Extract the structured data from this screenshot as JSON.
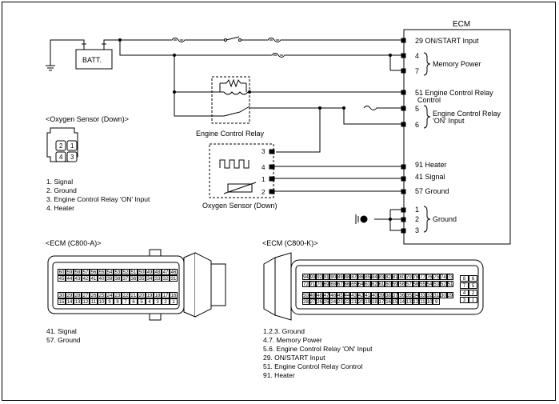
{
  "ecm": {
    "title": "ECM",
    "pins": [
      {
        "num": "29",
        "label": "ON/START Input"
      },
      {
        "num": "4",
        "label": ""
      },
      {
        "num": "7",
        "label": ""
      },
      {
        "num": "51",
        "label": "Engine Control Relay"
      },
      {
        "num": "5",
        "label": ""
      },
      {
        "num": "6",
        "label": ""
      },
      {
        "num": "91",
        "label": "Heater"
      },
      {
        "num": "41",
        "label": "Signal"
      },
      {
        "num": "57",
        "label": "Ground"
      },
      {
        "num": "1",
        "label": ""
      },
      {
        "num": "2",
        "label": ""
      },
      {
        "num": "3",
        "label": ""
      }
    ],
    "memory_power": "Memory Power",
    "relay_control_line2": "Control",
    "relay_on_line1": "Engine Control Relay",
    "relay_on_line2": "'ON' Input",
    "ground_group": "Ground"
  },
  "battery_label": "BATT.",
  "relay_label": "Engine Control Relay",
  "o2_sensor_label": "Oxygen Sensor (Down)",
  "o2_sensor_pins": [
    "3",
    "4",
    "1",
    "2"
  ],
  "connector_sensor": {
    "title": "<Oxygen Sensor (Down)>",
    "pins": [
      "2",
      "1",
      "4",
      "3"
    ],
    "legend": [
      "1. Signal",
      "2. Ground",
      "3. Engine Control Relay 'ON' Input",
      "4. Heater"
    ]
  },
  "connector_a": {
    "title": "<ECM (C800-A)>",
    "row1": [
      "60",
      "59",
      "58",
      "57",
      "56",
      "55",
      "54",
      "53",
      "52",
      "51",
      "50",
      "49",
      "48",
      "47",
      "46"
    ],
    "row2": [
      "45",
      "44",
      "43",
      "42",
      "41",
      "40",
      "39",
      "38",
      "37",
      "36",
      "35",
      "34",
      "33",
      "32",
      "31"
    ],
    "row3": [
      "30",
      "29",
      "28",
      "27",
      "26",
      "25",
      "24",
      "23",
      "22",
      "21",
      "20",
      "19",
      "18",
      "17",
      "16"
    ],
    "row4": [
      "15",
      "14",
      "13",
      "12",
      "11",
      "10",
      "9",
      "8",
      "7",
      "6",
      "5",
      "4",
      "3",
      "2",
      "1"
    ],
    "legend": [
      "41. Signal",
      "57. Ground"
    ]
  },
  "connector_k": {
    "title": "<ECM (C800-K)>",
    "row1": [
      "94",
      "93",
      "92",
      "91",
      "90",
      "89",
      "88",
      "87",
      "86",
      "85",
      "84",
      "83",
      "82",
      "81",
      "80",
      "79",
      "78",
      "77",
      "76",
      "75",
      "74",
      "73"
    ],
    "row2": [
      "72",
      "71",
      "70",
      "69",
      "68",
      "67",
      "66",
      "65",
      "64",
      "63",
      "62",
      "61",
      "60",
      "59",
      "58",
      "57",
      "56",
      "55",
      "54",
      "53",
      "52",
      "51"
    ],
    "row3": [
      "50",
      "49",
      "48",
      "47",
      "46",
      "45",
      "44",
      "43",
      "42",
      "41",
      "40",
      "39",
      "38",
      "37",
      "36",
      "35",
      "34",
      "33",
      "32",
      "31",
      "30",
      "29"
    ],
    "row4": [
      "28",
      "27",
      "26",
      "25",
      "24",
      "23",
      "22",
      "21",
      "20",
      "19",
      "18",
      "17",
      "16",
      "15",
      "14",
      "13",
      "12",
      "11",
      "10",
      "9"
    ],
    "side": [
      "8",
      "6",
      "7",
      "5",
      "4",
      "2",
      "3",
      "1"
    ],
    "legend": [
      "1.2.3. Ground",
      "4.7. Memory Power",
      "5.6. Engine Control Relay 'ON' Input",
      "29. ON/START Input",
      "51. Engine Control Relay Control",
      "91. Heater"
    ]
  }
}
